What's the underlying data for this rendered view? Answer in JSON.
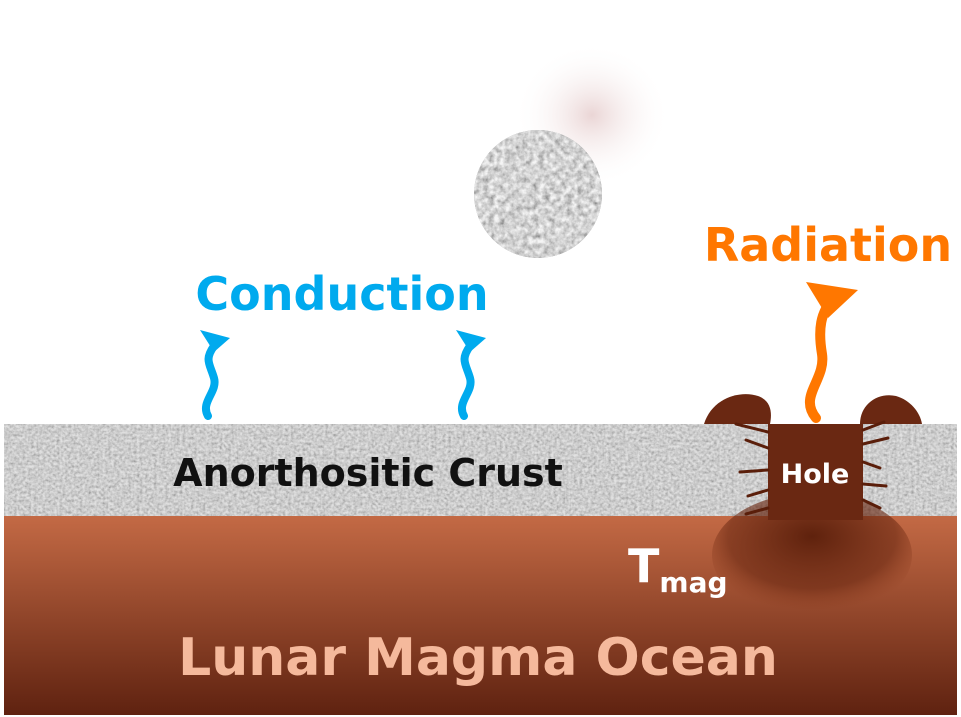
{
  "labels": {
    "conduction": "Conduction",
    "radiation": "Radiation",
    "crust": "Anorthositic Crust",
    "hole": "Hole",
    "t_main": "T",
    "t_sub": "mag",
    "ocean": "Lunar Magma Ocean"
  },
  "colors": {
    "conduction": "#00aaee",
    "radiation": "#ff7700",
    "crust_text": "#111111",
    "hole_text": "#ffffff",
    "ocean_text": "#f5b99c",
    "magma_top": "#c46a45",
    "magma_bottom": "#5f2210",
    "hole_fill": "#6a2812",
    "crust_base": "#bdbdbd"
  },
  "icons": {
    "impactor": "impactor-rock-icon",
    "conduction_arrows": "wavy-up-arrow-icon",
    "radiation_arrow": "wavy-up-arrow-icon"
  }
}
